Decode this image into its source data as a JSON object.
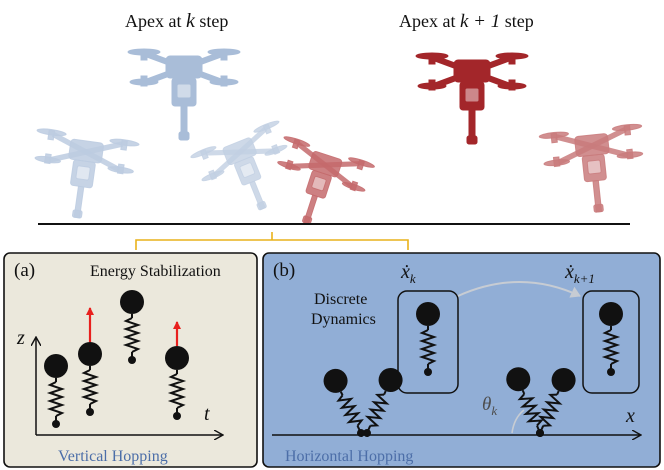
{
  "top": {
    "apex_k": {
      "prefix": "Apex at ",
      "var": "k",
      "suffix": " step"
    },
    "apex_k1": {
      "prefix": "Apex at ",
      "expr": "k + 1",
      "suffix": " step"
    }
  },
  "panel_a": {
    "label": "(a)",
    "title": "Energy Stabilization",
    "axis_z": "z",
    "axis_t": "t",
    "caption": "Vertical Hopping"
  },
  "panel_b": {
    "label": "(b)",
    "xdot_k": "ẋ",
    "xdot_k_sub": "k",
    "xdot_k1": "ẋ",
    "xdot_k1_sub": "k+1",
    "discrete_line1": "Discrete",
    "discrete_line2": "Dynamics",
    "theta": "θ",
    "theta_sub": "k",
    "axis_x": "x",
    "caption": "Horizontal Hopping"
  },
  "colors": {
    "blue_drone": "#a9bdd8",
    "red_drone": "#a3262a",
    "panel_a_bg": "#ebe8dc",
    "panel_b_bg": "#91aed6",
    "bracket": "#e9b21a",
    "arrow_red": "#e8201e",
    "caption_blue": "#4c6ea8"
  }
}
